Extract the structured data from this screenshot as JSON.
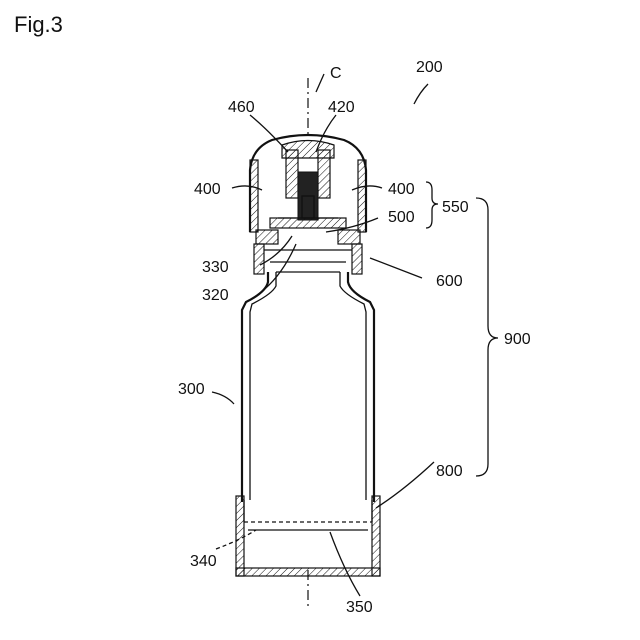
{
  "figure": {
    "title": "Fig.3",
    "labels": {
      "c": "C",
      "n200": "200",
      "n460": "460",
      "n420": "420",
      "n400_left": "400",
      "n400_right": "400",
      "n550": "550",
      "n500": "500",
      "n330": "330",
      "n320": "320",
      "n600": "600",
      "n900": "900",
      "n300": "300",
      "n800": "800",
      "n340": "340",
      "n350": "350"
    }
  }
}
